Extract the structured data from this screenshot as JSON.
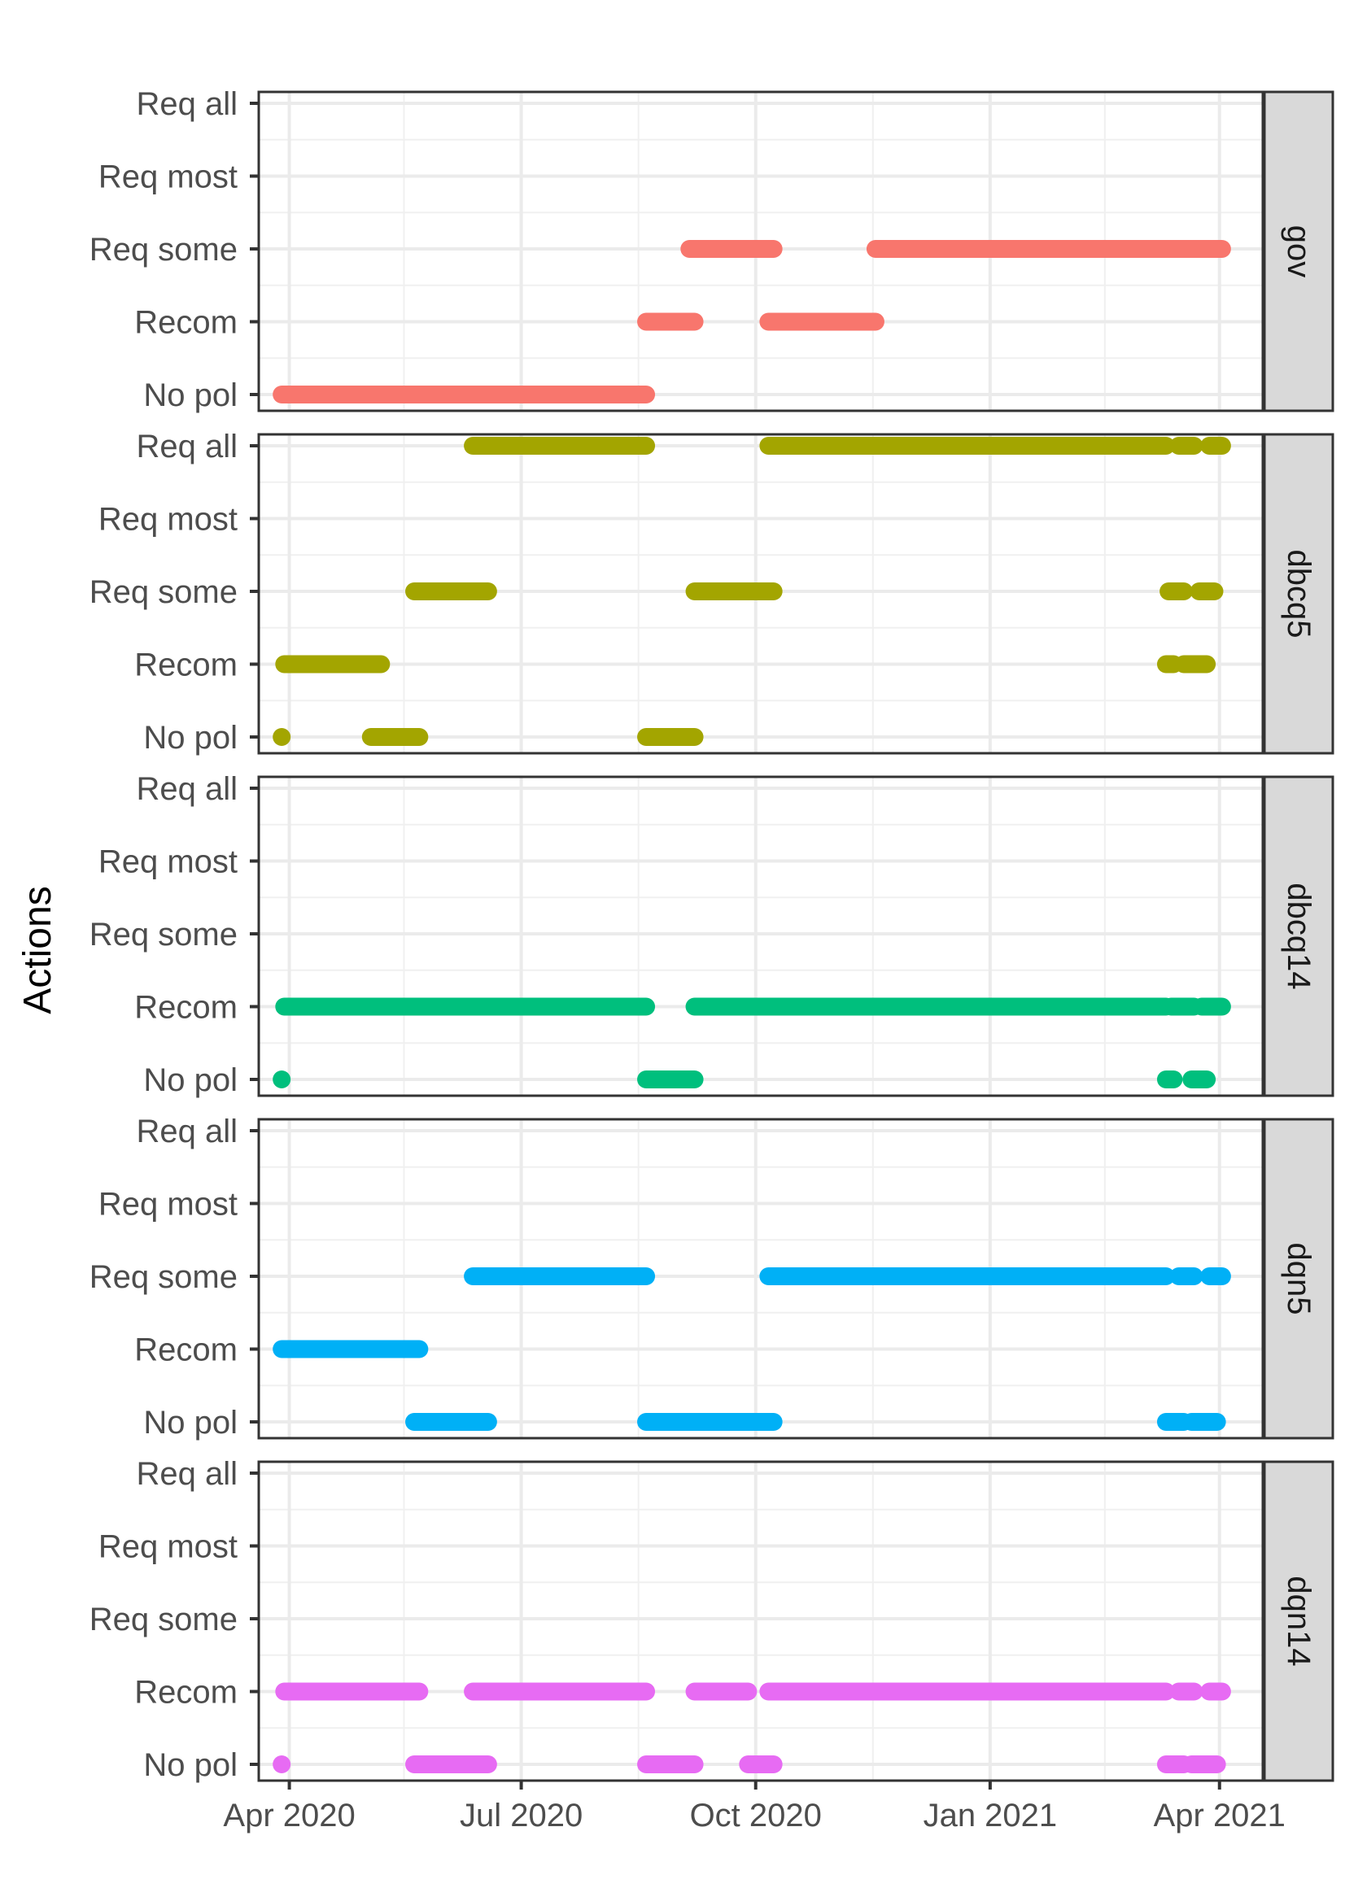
{
  "chart_data": {
    "type": "timeline",
    "ylabel": "Actions",
    "xlabel": "",
    "levels": [
      "No pol",
      "Recom",
      "Req some",
      "Req most",
      "Req all"
    ],
    "x_ticks": [
      {
        "date": "2020-04-01",
        "label": "Apr 2020"
      },
      {
        "date": "2020-07-01",
        "label": "Jul 2020"
      },
      {
        "date": "2020-10-01",
        "label": "Oct 2020"
      },
      {
        "date": "2021-01-01",
        "label": "Jan 2021"
      },
      {
        "date": "2021-04-01",
        "label": "Apr 2021"
      }
    ],
    "x_minor_ticks": [
      "2020-05-16",
      "2020-08-16",
      "2020-11-16",
      "2021-02-15"
    ],
    "xlim": [
      "2020-03-20",
      "2021-04-18"
    ],
    "grid": true,
    "facets": [
      {
        "name": "gov",
        "color": "#F8766D",
        "segments": [
          {
            "level": "No pol",
            "start": "2020-03-29",
            "end": "2020-08-19"
          },
          {
            "level": "Recom",
            "start": "2020-08-19",
            "end": "2020-09-07"
          },
          {
            "level": "Req some",
            "start": "2020-09-05",
            "end": "2020-10-08"
          },
          {
            "level": "Recom",
            "start": "2020-10-06",
            "end": "2020-11-17"
          },
          {
            "level": "Req some",
            "start": "2020-11-17",
            "end": "2021-04-02"
          }
        ]
      },
      {
        "name": "dbcq5",
        "color": "#A3A500",
        "segments": [
          {
            "level": "No pol",
            "start": "2020-03-29",
            "end": "2020-03-29"
          },
          {
            "level": "Recom",
            "start": "2020-03-30",
            "end": "2020-05-07"
          },
          {
            "level": "No pol",
            "start": "2020-05-03",
            "end": "2020-05-22"
          },
          {
            "level": "Req some",
            "start": "2020-05-20",
            "end": "2020-06-18"
          },
          {
            "level": "Req all",
            "start": "2020-06-12",
            "end": "2020-08-19"
          },
          {
            "level": "No pol",
            "start": "2020-08-19",
            "end": "2020-09-07"
          },
          {
            "level": "Req some",
            "start": "2020-09-07",
            "end": "2020-10-08"
          },
          {
            "level": "Req all",
            "start": "2020-10-06",
            "end": "2021-03-11"
          },
          {
            "level": "Recom",
            "start": "2021-03-11",
            "end": "2021-03-14"
          },
          {
            "level": "Req some",
            "start": "2021-03-12",
            "end": "2021-03-18"
          },
          {
            "level": "Req all",
            "start": "2021-03-16",
            "end": "2021-03-22"
          },
          {
            "level": "Recom",
            "start": "2021-03-18",
            "end": "2021-03-27"
          },
          {
            "level": "Req some",
            "start": "2021-03-24",
            "end": "2021-03-30"
          },
          {
            "level": "Req all",
            "start": "2021-03-28",
            "end": "2021-04-02"
          }
        ]
      },
      {
        "name": "dbcq14",
        "color": "#00BF7D",
        "segments": [
          {
            "level": "No pol",
            "start": "2020-03-29",
            "end": "2020-03-29"
          },
          {
            "level": "Recom",
            "start": "2020-03-30",
            "end": "2020-08-19"
          },
          {
            "level": "No pol",
            "start": "2020-08-19",
            "end": "2020-09-07"
          },
          {
            "level": "Recom",
            "start": "2020-09-07",
            "end": "2021-03-11"
          },
          {
            "level": "No pol",
            "start": "2021-03-11",
            "end": "2021-03-14"
          },
          {
            "level": "Recom",
            "start": "2021-03-13",
            "end": "2021-03-22"
          },
          {
            "level": "No pol",
            "start": "2021-03-21",
            "end": "2021-03-27"
          },
          {
            "level": "Recom",
            "start": "2021-03-25",
            "end": "2021-04-02"
          }
        ]
      },
      {
        "name": "dqn5",
        "color": "#00B0F6",
        "segments": [
          {
            "level": "Recom",
            "start": "2020-03-29",
            "end": "2020-05-22"
          },
          {
            "level": "No pol",
            "start": "2020-05-20",
            "end": "2020-06-18"
          },
          {
            "level": "Req some",
            "start": "2020-06-12",
            "end": "2020-08-19"
          },
          {
            "level": "No pol",
            "start": "2020-08-19",
            "end": "2020-10-08"
          },
          {
            "level": "Req some",
            "start": "2020-10-06",
            "end": "2021-03-11"
          },
          {
            "level": "No pol",
            "start": "2021-03-11",
            "end": "2021-03-18"
          },
          {
            "level": "Req some",
            "start": "2021-03-16",
            "end": "2021-03-22"
          },
          {
            "level": "No pol",
            "start": "2021-03-21",
            "end": "2021-03-31"
          },
          {
            "level": "Req some",
            "start": "2021-03-28",
            "end": "2021-04-02"
          }
        ]
      },
      {
        "name": "dqn14",
        "color": "#E76BF3",
        "segments": [
          {
            "level": "No pol",
            "start": "2020-03-29",
            "end": "2020-03-29"
          },
          {
            "level": "Recom",
            "start": "2020-03-30",
            "end": "2020-05-22"
          },
          {
            "level": "No pol",
            "start": "2020-05-20",
            "end": "2020-06-18"
          },
          {
            "level": "Recom",
            "start": "2020-06-12",
            "end": "2020-08-19"
          },
          {
            "level": "No pol",
            "start": "2020-08-19",
            "end": "2020-09-07"
          },
          {
            "level": "Recom",
            "start": "2020-09-07",
            "end": "2020-09-28"
          },
          {
            "level": "No pol",
            "start": "2020-09-28",
            "end": "2020-10-08"
          },
          {
            "level": "Recom",
            "start": "2020-10-06",
            "end": "2021-03-11"
          },
          {
            "level": "No pol",
            "start": "2021-03-11",
            "end": "2021-03-18"
          },
          {
            "level": "Recom",
            "start": "2021-03-16",
            "end": "2021-03-22"
          },
          {
            "level": "No pol",
            "start": "2021-03-21",
            "end": "2021-03-31"
          },
          {
            "level": "Recom",
            "start": "2021-03-28",
            "end": "2021-04-02"
          }
        ]
      }
    ]
  }
}
